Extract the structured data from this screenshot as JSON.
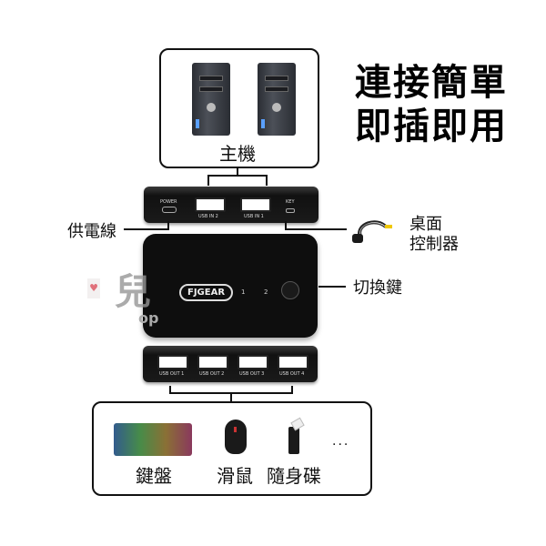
{
  "headline": {
    "line1": "連接簡單",
    "line2": "即插即用"
  },
  "hosts": {
    "label": "主機",
    "count": 2,
    "icon": "desktop-tower-icon"
  },
  "input_bar": {
    "ports": [
      {
        "name": "POWER"
      },
      {
        "name": "USB IN 2"
      },
      {
        "name": "USB IN 1"
      },
      {
        "name": "KEY"
      }
    ]
  },
  "switch_unit": {
    "brand": "FJGEAR",
    "indicators": [
      "1",
      "2"
    ],
    "button_icon": "switch-button-icon"
  },
  "output_bar": {
    "ports": [
      "USB OUT 1",
      "USB OUT 2",
      "USB OUT 3",
      "USB OUT 4"
    ]
  },
  "callouts": {
    "power": "供電線",
    "remote_line1": "桌面",
    "remote_line2": "控制器",
    "switch": "切換鍵"
  },
  "devices": {
    "keyboard": "鍵盤",
    "mouse": "滑鼠",
    "usb_drive": "隨身碟",
    "more": "..."
  },
  "watermark": {
    "glyph": "兒",
    "text": "op"
  },
  "colors": {
    "line": "#111111",
    "device": "#0e0e0e",
    "remote_tag": "#f0c800",
    "heart": "#e0707a"
  }
}
